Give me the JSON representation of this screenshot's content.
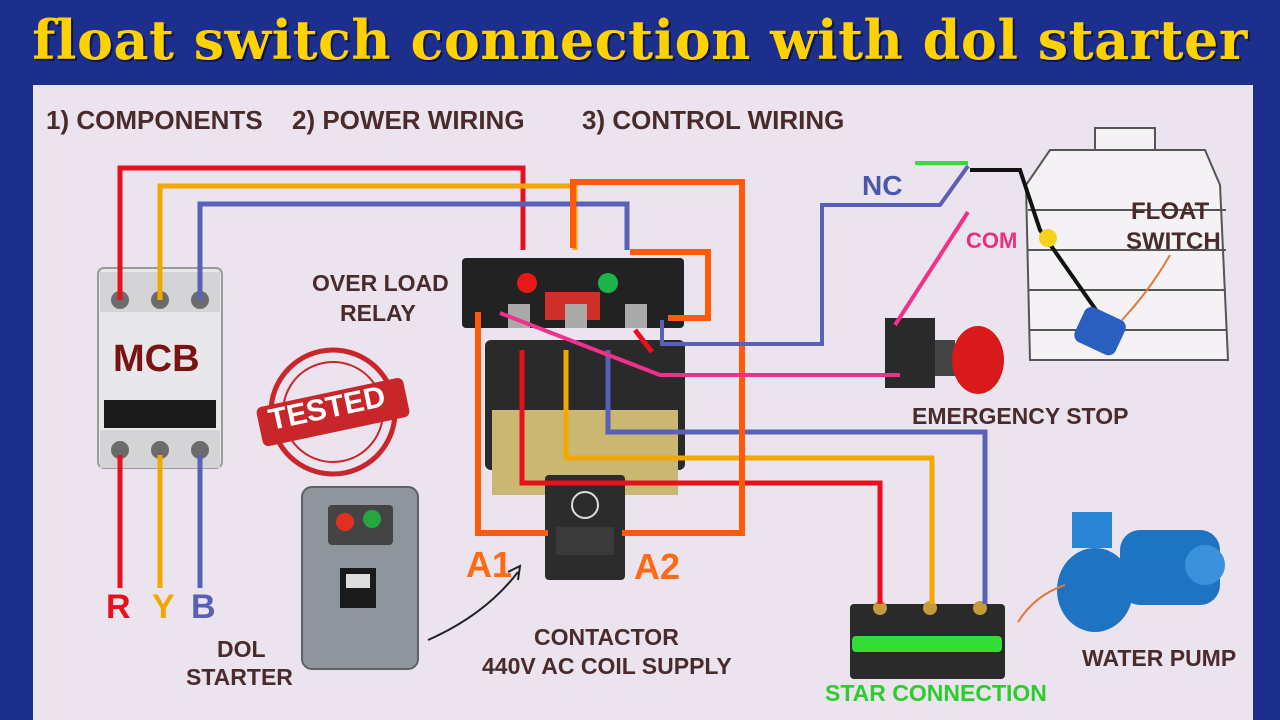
{
  "title": "float switch connection with dol starter",
  "steps": [
    "1) COMPONENTS",
    "2) POWER WIRING",
    "3) CONTROL WIRING"
  ],
  "labels": {
    "mcb": "MCB",
    "overload_relay_1": "OVER LOAD",
    "overload_relay_2": "RELAY",
    "nc": "NC",
    "com": "COM",
    "float_switch_1": "FLOAT",
    "float_switch_2": "SWITCH",
    "emergency_stop": "EMERGENCY STOP",
    "dol_starter_1": "DOL",
    "dol_starter_2": "STARTER",
    "contactor_1": "CONTACTOR",
    "contactor_2": "440V AC COIL SUPPLY",
    "a1": "A1",
    "a2": "A2",
    "r": "R",
    "y": "Y",
    "b": "B",
    "star_connection": "STAR CONNECTION",
    "water_pump": "WATER PUMP",
    "stamp": "TESTED"
  },
  "colors": {
    "red": "#e8101c",
    "yellow": "#f2a800",
    "blue": "#5a5fb8",
    "orange": "#ff5a0a",
    "pink": "#f0308a",
    "green": "#33dd33",
    "title": "#ffd200",
    "background": "#1c2f8c",
    "board": "#ebe3ee"
  }
}
